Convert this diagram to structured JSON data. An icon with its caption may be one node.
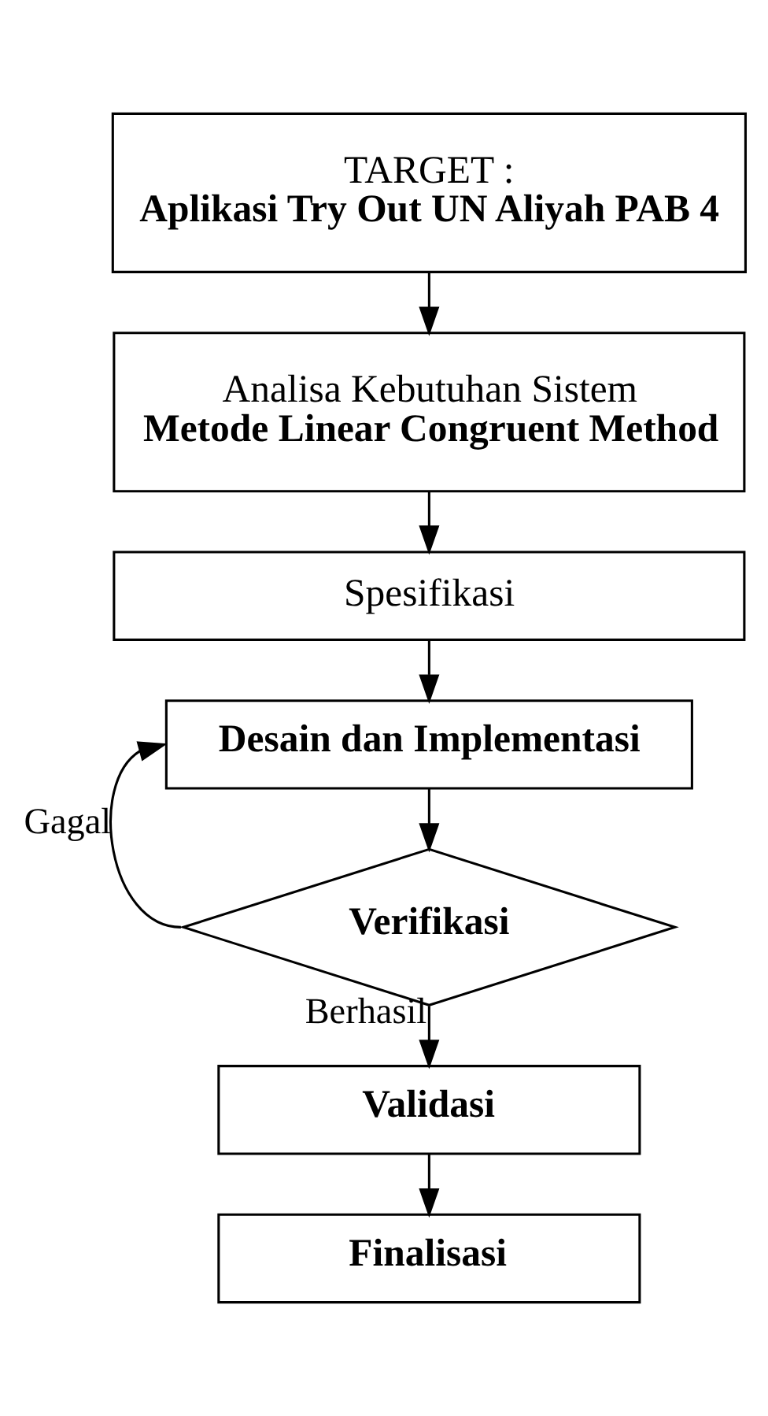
{
  "diagram": {
    "nodes": [
      {
        "text": [
          "TARGET :",
          "Aplikasi Try Out UN Aliyah PAB 4"
        ]
      },
      {
        "text": [
          "Analisa Kebutuhan Sistem",
          "Metode Linear Congruent Method"
        ]
      },
      {
        "text": [
          "Spesifikasi"
        ]
      },
      {
        "text": [
          "Desain dan Implementasi"
        ]
      },
      {
        "text": [
          "Verifikasi"
        ]
      },
      {
        "text": [
          "Validasi"
        ]
      },
      {
        "text": [
          "Finalisasi"
        ]
      }
    ],
    "edges": [
      {
        "from": 0,
        "to": 1,
        "arrow": "to"
      },
      {
        "from": 1,
        "to": 2,
        "arrow": "to"
      },
      {
        "from": 2,
        "to": 3,
        "arrow": "to"
      },
      {
        "from": 3,
        "to": 4,
        "arrow": "to"
      },
      {
        "from": 4,
        "to": 3,
        "arrow": "to",
        "label": "Gagal"
      },
      {
        "from": 4,
        "to": 5,
        "arrow": "to",
        "label": "Berhasil"
      },
      {
        "from": 5,
        "to": 6,
        "arrow": "to"
      }
    ]
  }
}
